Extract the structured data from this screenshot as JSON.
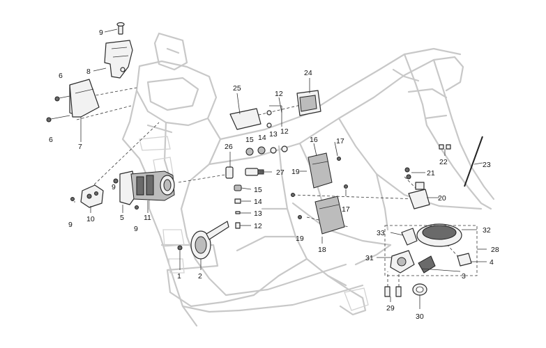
{
  "callouts": {
    "c1": "1",
    "c2": "2",
    "c3": "3",
    "c4": "4",
    "c5": "5",
    "c6a": "6",
    "c6b": "6",
    "c7": "7",
    "c8": "8",
    "c9a": "9",
    "c9b": "9",
    "c9c": "9",
    "c9d": "9",
    "c10": "10",
    "c11": "11",
    "c12a": "12",
    "c12b": "12",
    "c13a": "13",
    "c13b": "13",
    "c14a": "14",
    "c14b": "14",
    "c15a": "15",
    "c15b": "15",
    "c16": "16",
    "c17a": "17",
    "c17b": "17",
    "c18": "18",
    "c19a": "19",
    "c19b": "19",
    "c20": "20",
    "c21": "21",
    "c22": "22",
    "c23": "23",
    "c24": "24",
    "c25": "25",
    "c26": "26",
    "c27": "27",
    "c28": "28",
    "c29": "29",
    "c30": "30",
    "c31": "31",
    "c32": "32",
    "c33": "33"
  }
}
